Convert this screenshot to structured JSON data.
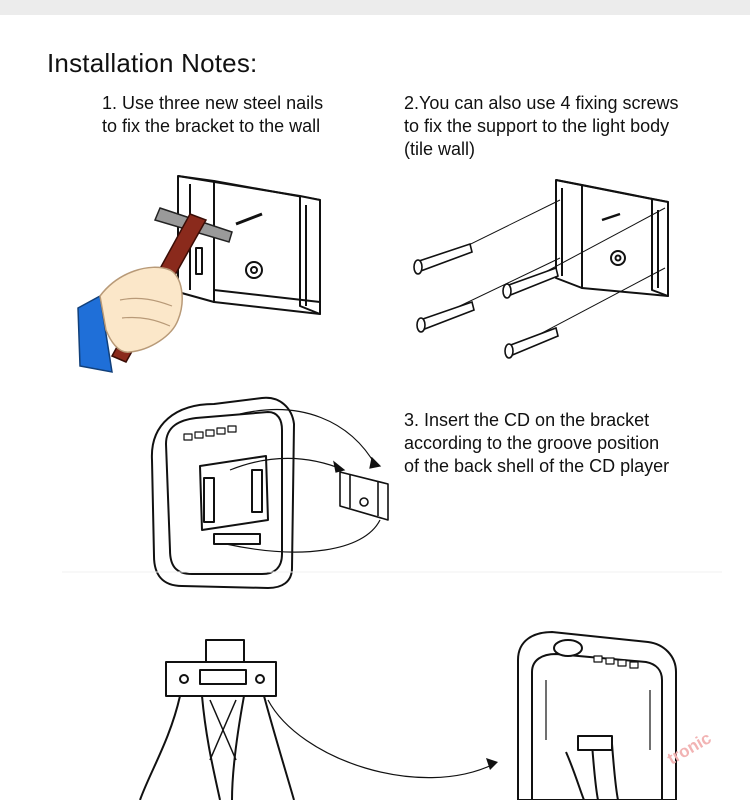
{
  "title": "Installation Notes:",
  "steps": [
    {
      "lines": [
        "1. Use three new steel nails",
        "to fix the bracket to the wall"
      ]
    },
    {
      "lines": [
        "2.You can also use 4 fixing screws",
        "to fix the support to the light body",
        "(tile wall)"
      ]
    },
    {
      "lines": [
        "3. Insert the CD on the bracket",
        "according to the groove position",
        "of the back shell of the CD player"
      ]
    }
  ],
  "watermark": "tronic",
  "colors": {
    "sleeve": "#1f6fd8",
    "skin": "#fbe7c9",
    "hammer_handle": "#8a2a1c",
    "hammer_head": "#9a9a9a",
    "line_art": "#111111",
    "watermark": "#f2b3b3"
  },
  "icons": [
    "hammer-icon",
    "hand-icon",
    "wall-bracket-icon",
    "screw-icon",
    "cd-player-back-icon",
    "insert-arrow-icon",
    "stand-mount-icon"
  ]
}
